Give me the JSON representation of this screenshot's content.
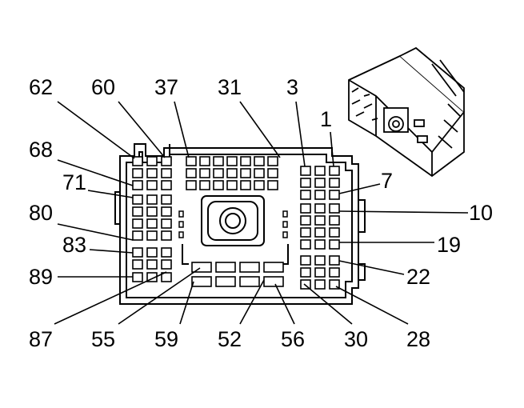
{
  "labels_top": [
    "62",
    "60",
    "37",
    "31",
    "3",
    "1"
  ],
  "labels_left": [
    "68",
    "71",
    "80",
    "83",
    "89"
  ],
  "labels_right": [
    "7",
    "10",
    "19",
    "22"
  ],
  "labels_bottom": [
    "87",
    "55",
    "59",
    "52",
    "56",
    "30",
    "28"
  ],
  "colors": {
    "line": "#000000",
    "background": "#ffffff"
  }
}
